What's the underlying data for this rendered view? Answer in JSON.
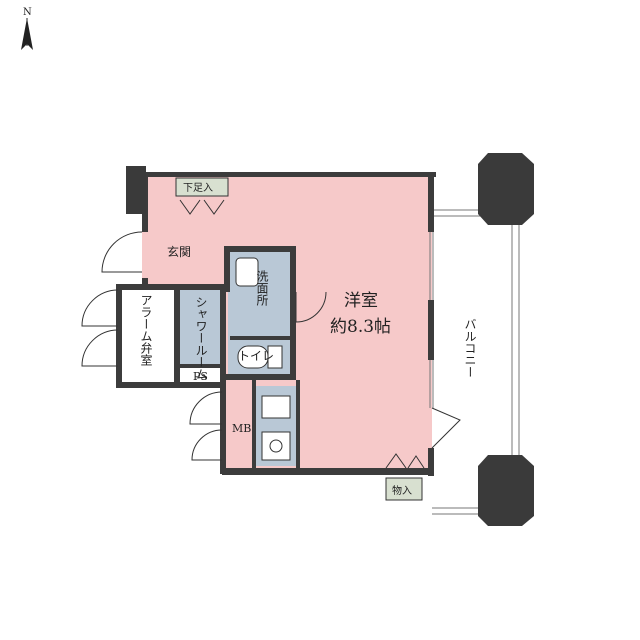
{
  "compass": {
    "label": "N"
  },
  "rooms": {
    "western_room": {
      "name": "洋室",
      "size": "約8.3帖"
    },
    "entrance": "玄関",
    "washroom": "洗面所",
    "shower_room": "シャワールーム",
    "toilet": "トイレ",
    "alarm_valve_room": "アラーム弁室",
    "ps": "PS",
    "mb": "MB",
    "shoe_closet": "下足入",
    "storage": "物入",
    "balcony": "バルコニー"
  },
  "colors": {
    "room_fill": "#f6c9c9",
    "wet_fill": "#b9c8d6",
    "wall": "#3c3c3c",
    "column": "#3a3a3a"
  }
}
